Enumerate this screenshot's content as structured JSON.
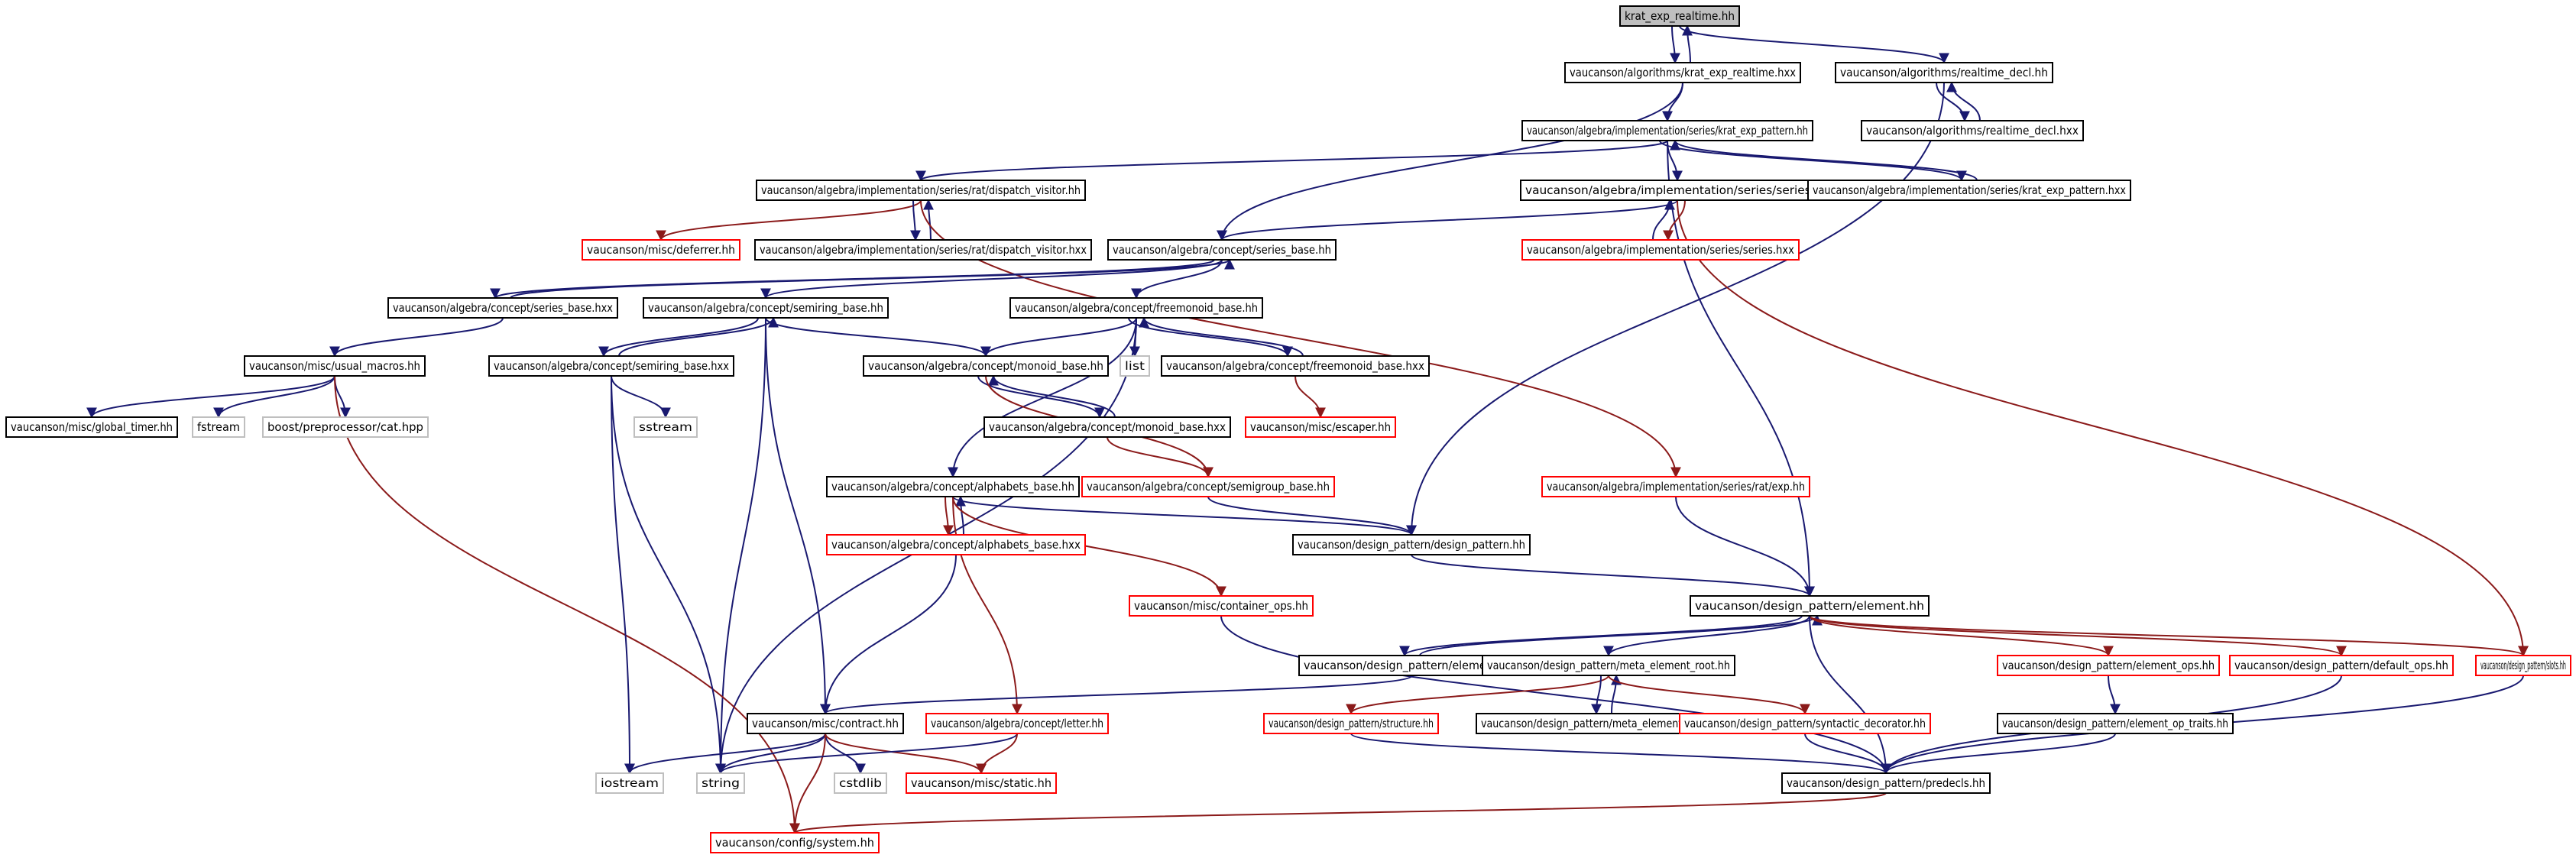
{
  "diagram": {
    "nodes": [
      {
        "id": "n0",
        "label": "krat_exp_realtime.hh",
        "style": "root"
      },
      {
        "id": "n1",
        "label": "vaucanson/algorithms/krat_exp_realtime.hxx",
        "style": "normal"
      },
      {
        "id": "n2",
        "label": "vaucanson/algorithms/realtime_decl.hh",
        "style": "normal"
      },
      {
        "id": "n3",
        "label": "vaucanson/algorithms/realtime_decl.hxx",
        "style": "normal"
      },
      {
        "id": "n4",
        "label": "vaucanson/algebra/implementation/series/krat_exp_pattern.hh",
        "style": "normal"
      },
      {
        "id": "n5",
        "label": "vaucanson/algebra/implementation/series/rat/dispatch_visitor.hh",
        "style": "normal"
      },
      {
        "id": "n6",
        "label": "vaucanson/algebra/implementation/series/series.hh",
        "style": "normal"
      },
      {
        "id": "n7",
        "label": "vaucanson/algebra/implementation/series/krat_exp_pattern.hxx",
        "style": "normal"
      },
      {
        "id": "n8",
        "label": "vaucanson/misc/deferrer.hh",
        "style": "red"
      },
      {
        "id": "n9",
        "label": "vaucanson/algebra/implementation/series/rat/dispatch_visitor.hxx",
        "style": "normal"
      },
      {
        "id": "n10",
        "label": "vaucanson/algebra/implementation/series/series.hxx",
        "style": "red"
      },
      {
        "id": "n11",
        "label": "vaucanson/algebra/concept/series_base.hh",
        "style": "normal"
      },
      {
        "id": "n12",
        "label": "vaucanson/algebra/concept/series_base.hxx",
        "style": "normal"
      },
      {
        "id": "n13",
        "label": "vaucanson/algebra/concept/semiring_base.hh",
        "style": "normal"
      },
      {
        "id": "n14",
        "label": "vaucanson/algebra/concept/freemonoid_base.hh",
        "style": "normal"
      },
      {
        "id": "n15",
        "label": "vaucanson/misc/usual_macros.hh",
        "style": "normal"
      },
      {
        "id": "n16",
        "label": "vaucanson/algebra/concept/semiring_base.hxx",
        "style": "normal"
      },
      {
        "id": "n17",
        "label": "vaucanson/algebra/concept/monoid_base.hh",
        "style": "normal"
      },
      {
        "id": "n18",
        "label": "list",
        "style": "gray"
      },
      {
        "id": "n19",
        "label": "vaucanson/algebra/concept/freemonoid_base.hxx",
        "style": "normal"
      },
      {
        "id": "n20",
        "label": "vaucanson/misc/global_timer.hh",
        "style": "normal"
      },
      {
        "id": "n21",
        "label": "fstream",
        "style": "gray"
      },
      {
        "id": "n22",
        "label": "boost/preprocessor/cat.hpp",
        "style": "gray"
      },
      {
        "id": "n23",
        "label": "sstream",
        "style": "gray"
      },
      {
        "id": "n24",
        "label": "vaucanson/algebra/concept/monoid_base.hxx",
        "style": "normal"
      },
      {
        "id": "n25",
        "label": "vaucanson/misc/escaper.hh",
        "style": "red"
      },
      {
        "id": "n26",
        "label": "vaucanson/algebra/concept/alphabets_base.hh",
        "style": "normal"
      },
      {
        "id": "n27",
        "label": "vaucanson/algebra/concept/semigroup_base.hh",
        "style": "red"
      },
      {
        "id": "n28",
        "label": "vaucanson/algebra/implementation/series/rat/exp.hh",
        "style": "red"
      },
      {
        "id": "n29",
        "label": "vaucanson/algebra/concept/alphabets_base.hxx",
        "style": "red"
      },
      {
        "id": "n30",
        "label": "vaucanson/design_pattern/design_pattern.hh",
        "style": "normal"
      },
      {
        "id": "n31",
        "label": "vaucanson/misc/container_ops.hh",
        "style": "red"
      },
      {
        "id": "n32",
        "label": "vaucanson/design_pattern/element.hh",
        "style": "normal"
      },
      {
        "id": "n33",
        "label": "vaucanson/design_pattern/element.hxx",
        "style": "normal"
      },
      {
        "id": "n34",
        "label": "vaucanson/design_pattern/meta_element_root.hh",
        "style": "normal"
      },
      {
        "id": "n35",
        "label": "vaucanson/design_pattern/element_ops.hh",
        "style": "red"
      },
      {
        "id": "n36",
        "label": "vaucanson/design_pattern/default_ops.hh",
        "style": "red"
      },
      {
        "id": "n37",
        "label": "vaucanson/design_pattern/slots.hh",
        "style": "red"
      },
      {
        "id": "n38",
        "label": "vaucanson/misc/contract.hh",
        "style": "normal"
      },
      {
        "id": "n39",
        "label": "vaucanson/algebra/concept/letter.hh",
        "style": "red"
      },
      {
        "id": "n40",
        "label": "vaucanson/design_pattern/structure.hh",
        "style": "red"
      },
      {
        "id": "n41",
        "label": "vaucanson/design_pattern/meta_element_root.hxx",
        "style": "normal"
      },
      {
        "id": "n42",
        "label": "vaucanson/design_pattern/syntactic_decorator.hh",
        "style": "red"
      },
      {
        "id": "n43",
        "label": "vaucanson/design_pattern/element_op_traits.hh",
        "style": "normal"
      },
      {
        "id": "n44",
        "label": "iostream",
        "style": "gray"
      },
      {
        "id": "n45",
        "label": "string",
        "style": "gray"
      },
      {
        "id": "n46",
        "label": "cstdlib",
        "style": "gray"
      },
      {
        "id": "n47",
        "label": "vaucanson/misc/static.hh",
        "style": "red"
      },
      {
        "id": "n48",
        "label": "vaucanson/design_pattern/predecls.hh",
        "style": "normal"
      },
      {
        "id": "n49",
        "label": "vaucanson/config/system.hh",
        "style": "red"
      }
    ],
    "edges": [
      {
        "from": "n0",
        "to": "n1"
      },
      {
        "from": "n1",
        "to": "n0"
      },
      {
        "from": "n0",
        "to": "n2"
      },
      {
        "from": "n2",
        "to": "n3"
      },
      {
        "from": "n3",
        "to": "n2"
      },
      {
        "from": "n2",
        "to": "n30"
      },
      {
        "from": "n1",
        "to": "n4"
      },
      {
        "from": "n1",
        "to": "n11"
      },
      {
        "from": "n4",
        "to": "n5"
      },
      {
        "from": "n4",
        "to": "n6"
      },
      {
        "from": "n4",
        "to": "n7"
      },
      {
        "from": "n7",
        "to": "n4"
      },
      {
        "from": "n4",
        "to": "n32"
      },
      {
        "from": "n5",
        "to": "n8"
      },
      {
        "from": "n5",
        "to": "n9"
      },
      {
        "from": "n9",
        "to": "n5"
      },
      {
        "from": "n5",
        "to": "n28"
      },
      {
        "from": "n6",
        "to": "n10"
      },
      {
        "from": "n10",
        "to": "n6"
      },
      {
        "from": "n6",
        "to": "n11"
      },
      {
        "from": "n6",
        "to": "n37"
      },
      {
        "from": "n11",
        "to": "n12"
      },
      {
        "from": "n12",
        "to": "n11"
      },
      {
        "from": "n11",
        "to": "n13"
      },
      {
        "from": "n11",
        "to": "n14"
      },
      {
        "from": "n12",
        "to": "n15"
      },
      {
        "from": "n13",
        "to": "n16"
      },
      {
        "from": "n16",
        "to": "n13"
      },
      {
        "from": "n13",
        "to": "n17"
      },
      {
        "from": "n13",
        "to": "n38"
      },
      {
        "from": "n13",
        "to": "n45"
      },
      {
        "from": "n14",
        "to": "n17"
      },
      {
        "from": "n14",
        "to": "n18"
      },
      {
        "from": "n14",
        "to": "n19"
      },
      {
        "from": "n19",
        "to": "n14"
      },
      {
        "from": "n14",
        "to": "n26"
      },
      {
        "from": "n14",
        "to": "n45"
      },
      {
        "from": "n15",
        "to": "n20"
      },
      {
        "from": "n15",
        "to": "n21"
      },
      {
        "from": "n15",
        "to": "n22"
      },
      {
        "from": "n15",
        "to": "n49"
      },
      {
        "from": "n16",
        "to": "n23"
      },
      {
        "from": "n16",
        "to": "n44"
      },
      {
        "from": "n16",
        "to": "n45"
      },
      {
        "from": "n17",
        "to": "n24"
      },
      {
        "from": "n24",
        "to": "n17"
      },
      {
        "from": "n17",
        "to": "n27"
      },
      {
        "from": "n19",
        "to": "n25"
      },
      {
        "from": "n24",
        "to": "n27"
      },
      {
        "from": "n26",
        "to": "n29"
      },
      {
        "from": "n29",
        "to": "n26"
      },
      {
        "from": "n26",
        "to": "n30"
      },
      {
        "from": "n26",
        "to": "n31"
      },
      {
        "from": "n26",
        "to": "n39"
      },
      {
        "from": "n27",
        "to": "n30"
      },
      {
        "from": "n28",
        "to": "n32"
      },
      {
        "from": "n29",
        "to": "n38"
      },
      {
        "from": "n30",
        "to": "n32"
      },
      {
        "from": "n31",
        "to": "n48"
      },
      {
        "from": "n32",
        "to": "n33"
      },
      {
        "from": "n33",
        "to": "n32"
      },
      {
        "from": "n32",
        "to": "n34"
      },
      {
        "from": "n32",
        "to": "n35"
      },
      {
        "from": "n32",
        "to": "n36"
      },
      {
        "from": "n32",
        "to": "n37"
      },
      {
        "from": "n32",
        "to": "n48"
      },
      {
        "from": "n33",
        "to": "n38"
      },
      {
        "from": "n34",
        "to": "n40"
      },
      {
        "from": "n34",
        "to": "n41"
      },
      {
        "from": "n41",
        "to": "n34"
      },
      {
        "from": "n34",
        "to": "n42"
      },
      {
        "from": "n35",
        "to": "n43"
      },
      {
        "from": "n36",
        "to": "n48"
      },
      {
        "from": "n37",
        "to": "n48"
      },
      {
        "from": "n38",
        "to": "n44"
      },
      {
        "from": "n38",
        "to": "n45"
      },
      {
        "from": "n38",
        "to": "n46"
      },
      {
        "from": "n38",
        "to": "n47"
      },
      {
        "from": "n38",
        "to": "n49"
      },
      {
        "from": "n39",
        "to": "n45"
      },
      {
        "from": "n39",
        "to": "n47"
      },
      {
        "from": "n40",
        "to": "n48"
      },
      {
        "from": "n42",
        "to": "n48"
      },
      {
        "from": "n43",
        "to": "n48"
      },
      {
        "from": "n48",
        "to": "n49"
      }
    ]
  }
}
